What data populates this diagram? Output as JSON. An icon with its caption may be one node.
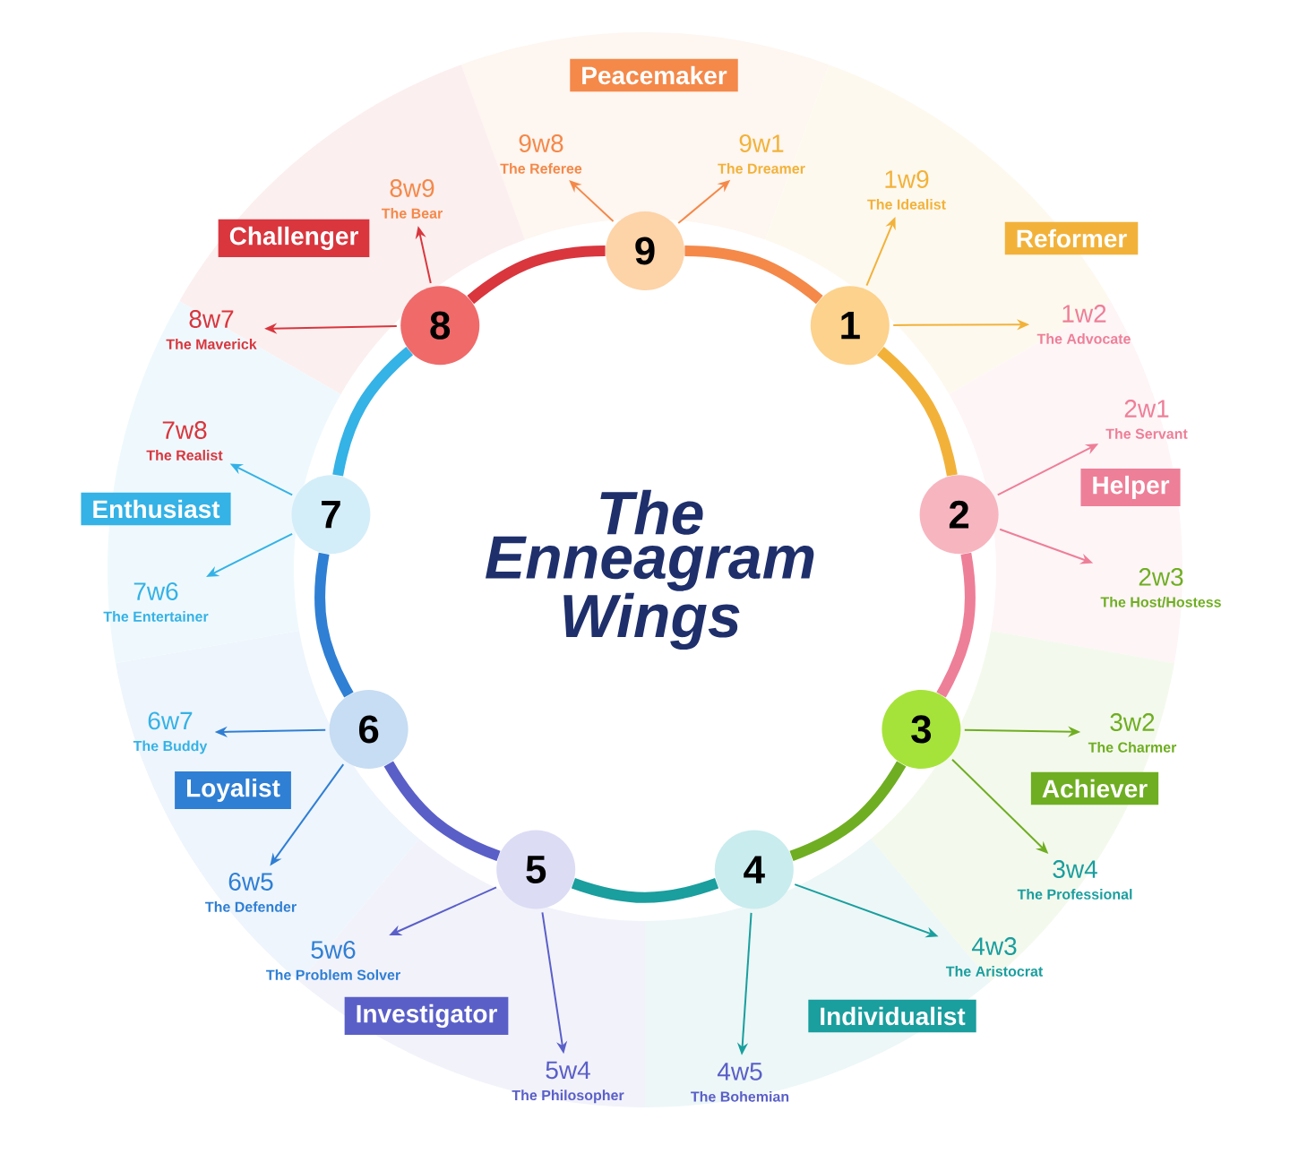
{
  "diagram": {
    "title": "The Enneagram Wings",
    "nodes": [
      {
        "text": [
          "9"
        ]
      },
      {
        "text": [
          "1"
        ]
      },
      {
        "text": [
          "2"
        ]
      },
      {
        "text": [
          "3"
        ]
      },
      {
        "text": [
          "4"
        ]
      },
      {
        "text": [
          "5"
        ]
      },
      {
        "text": [
          "6"
        ]
      },
      {
        "text": [
          "7"
        ]
      },
      {
        "text": [
          "8"
        ]
      },
      {
        "text": [
          "Peacemaker"
        ]
      },
      {
        "text": [
          "Reformer"
        ]
      },
      {
        "text": [
          "Helper"
        ]
      },
      {
        "text": [
          "Achiever"
        ]
      },
      {
        "text": [
          "Individualist"
        ]
      },
      {
        "text": [
          "Investigator"
        ]
      },
      {
        "text": [
          "Loyalist"
        ]
      },
      {
        "text": [
          "Enthusiast"
        ]
      },
      {
        "text": [
          "Challenger"
        ]
      },
      {
        "text": [
          "9w8",
          "The Referee"
        ]
      },
      {
        "text": [
          "9w1",
          "The Dreamer"
        ]
      },
      {
        "text": [
          "1w9",
          "The Idealist"
        ]
      },
      {
        "text": [
          "1w2",
          "The Advocate"
        ]
      },
      {
        "text": [
          "2w1",
          "The Servant"
        ]
      },
      {
        "text": [
          "2w3",
          "The Host/Hostess"
        ]
      },
      {
        "text": [
          "3w2",
          "The Charmer"
        ]
      },
      {
        "text": [
          "3w4",
          "The Professional"
        ]
      },
      {
        "text": [
          "4w3",
          "The Aristocrat"
        ]
      },
      {
        "text": [
          "4w5",
          "The Bohemian"
        ]
      },
      {
        "text": [
          "5w4",
          "The Philosopher"
        ]
      },
      {
        "text": [
          "5w6",
          "The Problem Solver"
        ]
      },
      {
        "text": [
          "6w5",
          "The Defender"
        ]
      },
      {
        "text": [
          "6w7",
          "The Buddy"
        ]
      },
      {
        "text": [
          "7w6",
          "The Entertainer"
        ]
      },
      {
        "text": [
          "7w8",
          "The Realist"
        ]
      },
      {
        "text": [
          "8w7",
          "The Maverick"
        ]
      },
      {
        "text": [
          "8w9",
          "The Bear"
        ]
      }
    ],
    "edges": [
      {
        "from": 0,
        "to": 1,
        "arrow": "none",
        "style": "thick",
        "color": "#f4894a"
      },
      {
        "from": 1,
        "to": 2,
        "arrow": "none",
        "style": "thick",
        "color": "#f2b23a"
      },
      {
        "from": 2,
        "to": 3,
        "arrow": "none",
        "style": "thick",
        "color": "#ee7f98"
      },
      {
        "from": 3,
        "to": 4,
        "arrow": "none",
        "style": "thick",
        "color": "#6fae22"
      },
      {
        "from": 4,
        "to": 5,
        "arrow": "none",
        "style": "thick",
        "color": "#1a9e9e"
      },
      {
        "from": 5,
        "to": 6,
        "arrow": "none",
        "style": "thick",
        "color": "#5a5fc8"
      },
      {
        "from": 6,
        "to": 7,
        "arrow": "none",
        "style": "thick",
        "color": "#2f7fd4"
      },
      {
        "from": 7,
        "to": 8,
        "arrow": "none",
        "style": "thick",
        "color": "#35b2e6"
      },
      {
        "from": 8,
        "to": 0,
        "arrow": "none",
        "style": "thick",
        "color": "#d9363e"
      },
      {
        "from": 0,
        "to": 18,
        "arrow": "to",
        "color": "#f4894a"
      },
      {
        "from": 0,
        "to": 19,
        "arrow": "to",
        "color": "#f4894a"
      },
      {
        "from": 1,
        "to": 20,
        "arrow": "to",
        "color": "#f2b23a"
      },
      {
        "from": 1,
        "to": 21,
        "arrow": "to",
        "color": "#f2b23a"
      },
      {
        "from": 2,
        "to": 22,
        "arrow": "to",
        "color": "#ee7f98"
      },
      {
        "from": 2,
        "to": 23,
        "arrow": "to",
        "color": "#ee7f98"
      },
      {
        "from": 3,
        "to": 24,
        "arrow": "to",
        "color": "#6fae22"
      },
      {
        "from": 3,
        "to": 25,
        "arrow": "to",
        "color": "#6fae22"
      },
      {
        "from": 4,
        "to": 26,
        "arrow": "to",
        "color": "#1a9e9e"
      },
      {
        "from": 4,
        "to": 27,
        "arrow": "to",
        "color": "#1a9e9e"
      },
      {
        "from": 5,
        "to": 28,
        "arrow": "to",
        "color": "#5a5fc8"
      },
      {
        "from": 5,
        "to": 29,
        "arrow": "to",
        "color": "#5a5fc8"
      },
      {
        "from": 6,
        "to": 30,
        "arrow": "to",
        "color": "#2f7fd4"
      },
      {
        "from": 6,
        "to": 31,
        "arrow": "to",
        "color": "#2f7fd4"
      },
      {
        "from": 7,
        "to": 32,
        "arrow": "to",
        "color": "#35b2e6"
      },
      {
        "from": 7,
        "to": 33,
        "arrow": "to",
        "color": "#35b2e6"
      },
      {
        "from": 8,
        "to": 34,
        "arrow": "to",
        "color": "#d9363e"
      },
      {
        "from": 8,
        "to": 35,
        "arrow": "to",
        "color": "#d9363e"
      }
    ]
  }
}
